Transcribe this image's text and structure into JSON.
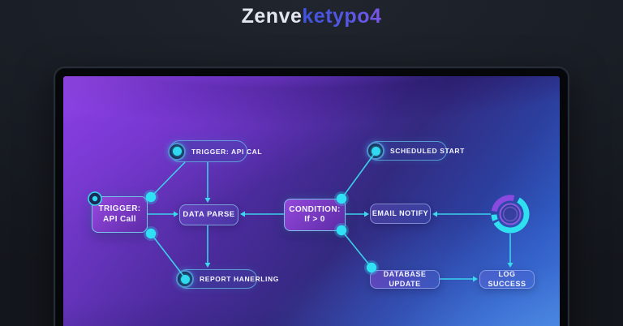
{
  "header": {
    "title_primary": "Zenve",
    "title_accent": "ketypo4"
  },
  "colors": {
    "accent_cyan": "#3bd8ee",
    "node_purple": "#8f46d8",
    "screen_purple": "#8a42e0",
    "screen_blue": "#3f7ad6",
    "title_accent_start": "#3f53dc",
    "title_accent_end": "#7a55e8"
  },
  "diagram": {
    "nodes": {
      "trigger_pill": {
        "label": "TRIGGER: API CAL",
        "icon": "status-dot-icon"
      },
      "scheduled_pill": {
        "label": "SCHEDULED START",
        "icon": "status-dot-icon"
      },
      "trigger_box": {
        "line1": "TRIGGER:",
        "line2": "API Call"
      },
      "data_parse": {
        "label": "DATA PARSE"
      },
      "condition_box": {
        "line1": "CONDITION:",
        "line2": "If > 0"
      },
      "email_notify": {
        "label": "EMAIL NOTIFY"
      },
      "report_pill": {
        "label": "REPORT HANERLING",
        "icon": "status-dot-icon"
      },
      "database_update": {
        "label": "DATABASE UPDATE"
      },
      "log_success": {
        "label": "LOG SUCCESS"
      },
      "progress_ring": {
        "icon": "progress-ring-icon"
      }
    },
    "edges": [
      {
        "from": "trigger_pill",
        "to": "trigger_box",
        "style": "line"
      },
      {
        "from": "trigger_pill",
        "to": "data_parse",
        "style": "arrow-down"
      },
      {
        "from": "trigger_box",
        "to": "data_parse",
        "style": "arrow-right"
      },
      {
        "from": "trigger_box",
        "to": "report_pill",
        "style": "line"
      },
      {
        "from": "data_parse",
        "to": "report_pill",
        "style": "arrow-down"
      },
      {
        "from": "condition_box",
        "to": "data_parse",
        "style": "arrow-left"
      },
      {
        "from": "condition_box",
        "to": "email_notify",
        "style": "arrow-right"
      },
      {
        "from": "condition_box",
        "to": "scheduled_pill",
        "style": "line"
      },
      {
        "from": "condition_box",
        "to": "database_update",
        "style": "line"
      },
      {
        "from": "progress_ring",
        "to": "email_notify",
        "style": "arrow-left"
      },
      {
        "from": "progress_ring",
        "to": "log_success",
        "style": "arrow-down"
      },
      {
        "from": "database_update",
        "to": "log_success",
        "style": "arrow-right"
      }
    ]
  }
}
